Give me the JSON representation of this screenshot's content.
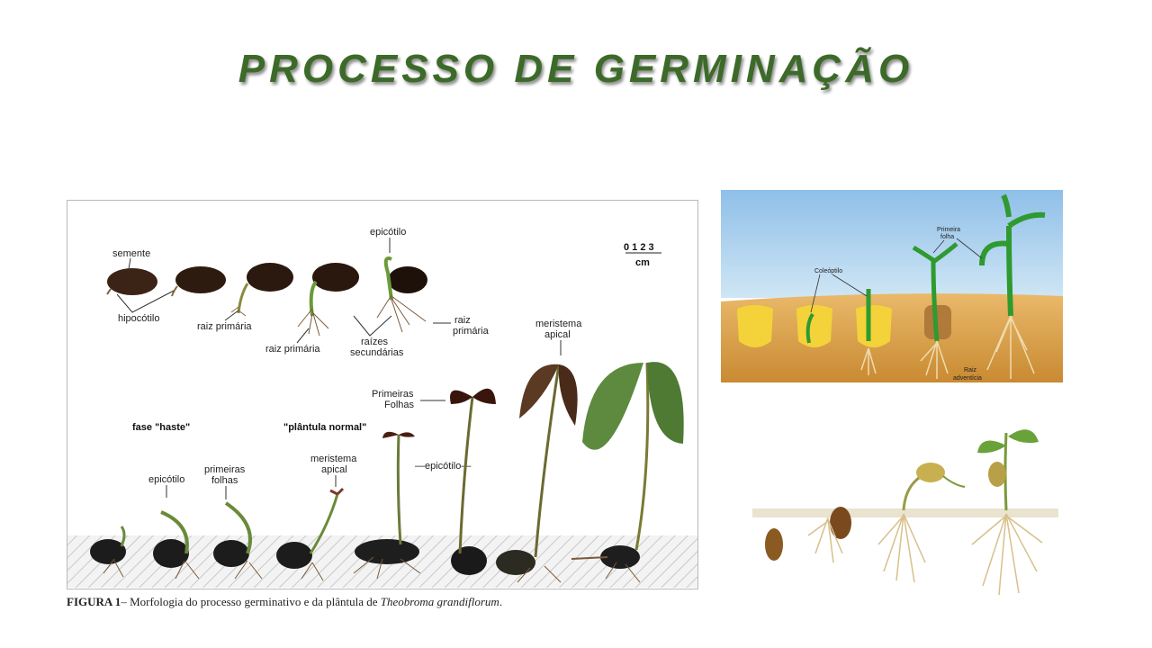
{
  "slide": {
    "title": "PROCESSO DE GERMINAÇÃO"
  },
  "figure1": {
    "labels": {
      "semente": "semente",
      "hipocotilo": "hipocótilo",
      "raiz_primaria_1": "raiz primária",
      "raiz_primaria_2": "raiz primária",
      "raizes_1": "raízes",
      "raizes_2": "secundárias",
      "epicotilo_top": "epicótilo",
      "raiz_primaria_3a": "raiz",
      "raiz_primaria_3b": "primária",
      "scale_numbers": "0 1 2 3",
      "scale_unit": "cm",
      "meristema_1": "meristema",
      "meristema_2": "apical",
      "primeiras_folhas_cap_1": "Primeiras",
      "primeiras_folhas_cap_2": "Folhas",
      "fase_haste": "fase \"haste\"",
      "plantula_normal": "\"plântula normal\"",
      "epicotilo_low": "epicótilo",
      "primeiras_1": "primeiras",
      "primeiras_2": "folhas",
      "meristema_low_1": "meristema",
      "meristema_low_2": "apical",
      "epicotilo_mid": "—epicótilo—"
    },
    "caption_label": "FIGURA 1",
    "caption_text": "– Morfologia do processo germinativo e da plântula de ",
    "caption_species": "Theobroma grandiflorum",
    "caption_end": "."
  },
  "figure2": {
    "labels": {
      "coleoptilo": "Coleóptilo",
      "primeira_1": "Primeira",
      "primeira_2": "folha",
      "raiz_1": "Raiz",
      "raiz_2": "adventícia"
    }
  }
}
